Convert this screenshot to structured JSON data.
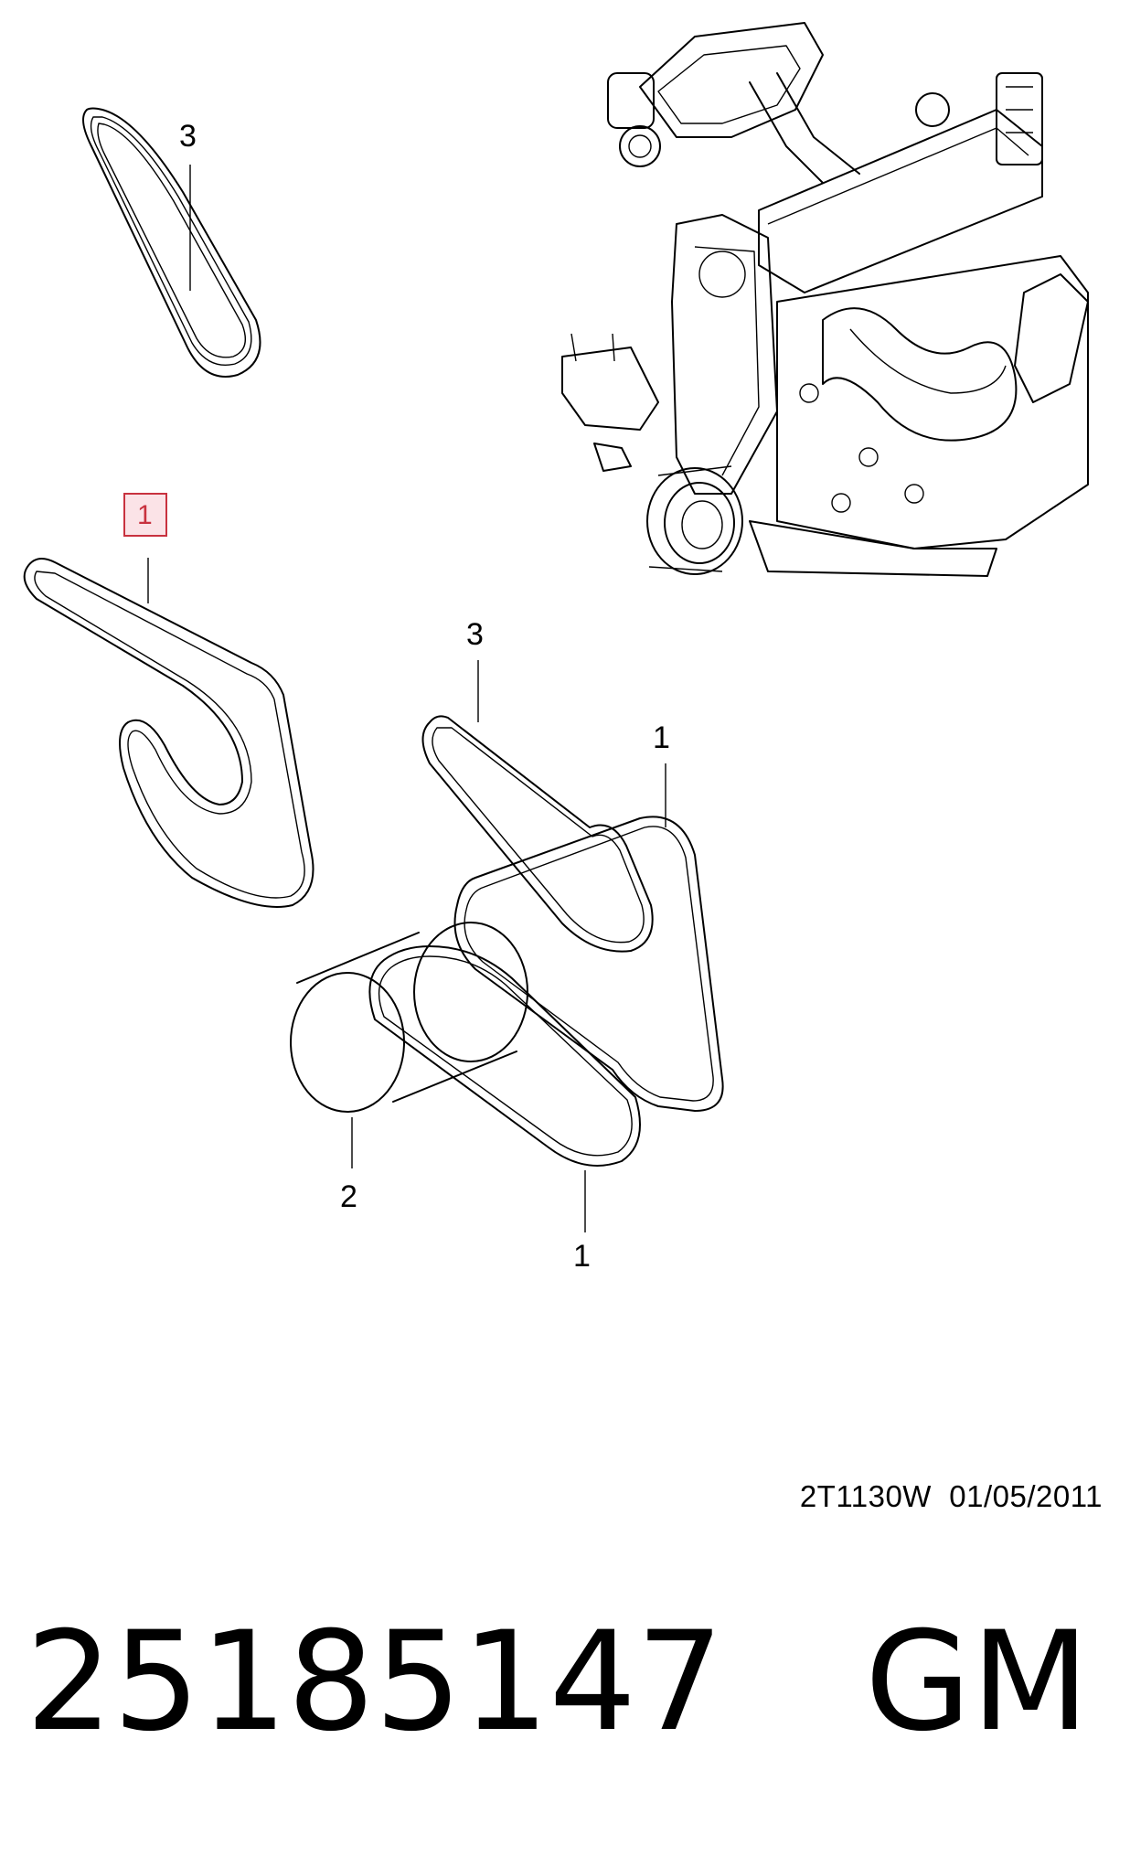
{
  "diagram": {
    "labels": {
      "small_belt_top": "3",
      "highlighted_belt": "1",
      "assembly_belt_3": "3",
      "assembly_belt_1_top": "1",
      "assembly_tensioner_2": "2",
      "assembly_belt_1_bottom": "1"
    },
    "highlight_color": "#c8323f",
    "highlight_fill": "#fbe3e7"
  },
  "footer": {
    "reference_code": "2T1130W  01/05/2011",
    "part_number": "25185147",
    "brand": "GM"
  }
}
